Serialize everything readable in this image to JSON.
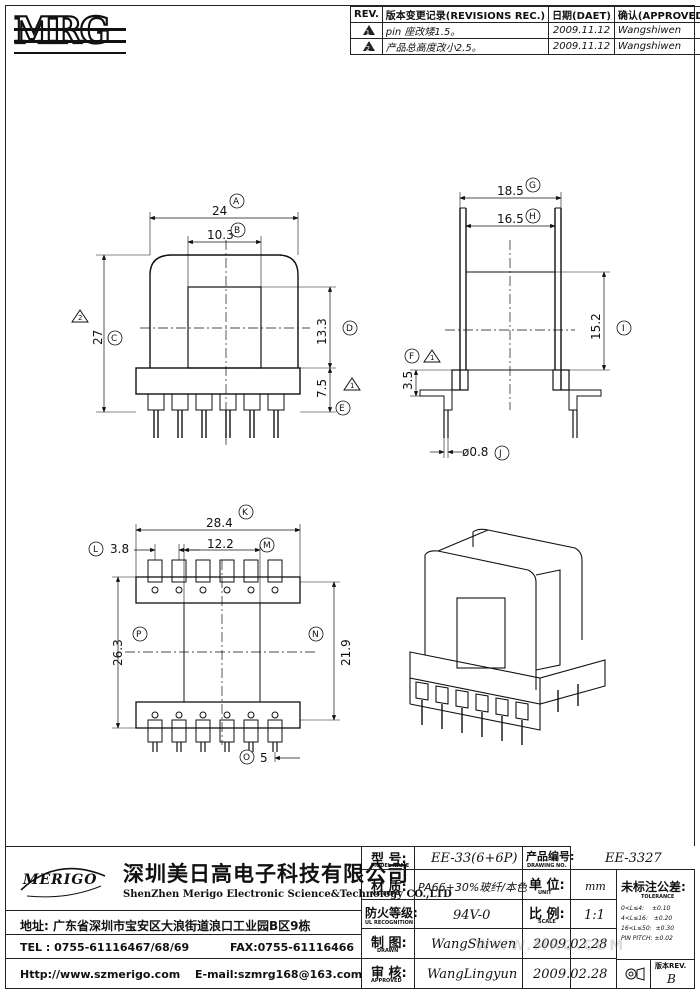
{
  "logo": {
    "text": "MRG"
  },
  "revisions": {
    "headers": {
      "rev": "REV.",
      "desc": "版本变更记录(REVISIONS REC.)",
      "date": "日期(DAET)",
      "approved": "确认(APPROVED)"
    },
    "rows": [
      {
        "rev": "1",
        "desc": "pin 座改矮1.5。",
        "date": "2009.11.12",
        "approved": "Wangshiwen"
      },
      {
        "rev": "2",
        "desc": "产品总高度改小2.5。",
        "date": "2009.11.12",
        "approved": "Wangshiwen"
      }
    ]
  },
  "dims": {
    "front_width": "24",
    "front_inner": "10.3",
    "front_height": "27",
    "front_window": "13.3",
    "front_base": "7.5",
    "side_outer": "18.5",
    "side_inner": "16.5",
    "side_height": "15.2",
    "side_pin_base": "3.5",
    "pin_dia": "ø0.8",
    "bottom_width": "28.4",
    "bottom_pitch": "3.8",
    "bottom_core": "12.2",
    "bottom_height": "26.3",
    "bottom_inner": "21.9",
    "bottom_pin_spacing": "5"
  },
  "markers": [
    "A",
    "B",
    "C",
    "D",
    "E",
    "F",
    "G",
    "H",
    "I",
    "J",
    "K",
    "L",
    "M",
    "N",
    "O",
    "P"
  ],
  "rev_markers": [
    "1",
    "2"
  ],
  "title_block": {
    "brand": "MERIGO",
    "company_cn": "深圳美日高电子科技有限公司",
    "company_en": "ShenZhen Merigo Electronic Science&Technology CO.,LTD",
    "address": "地址: 广东省深圳市宝安区大浪街道浪口工业园B区9栋",
    "tel": "TEL : 0755-61116467/68/69",
    "fax": "FAX:0755-61116466",
    "web": "Http://www.szmerigo.com",
    "email": "E-mail:szmrg168@163.com",
    "model_label": "型  号:",
    "model_sub": "MODEL NAME",
    "model": "EE-33(6+6P)",
    "drawing_label": "产品编号:",
    "drawing_sub": "DRAWING NO.",
    "drawing_no": "EE-3327",
    "material_label": "材  质:",
    "material_sub": "MATERIAL",
    "material": "PA66+30%玻纤/本色",
    "unit_label": "单  位:",
    "unit_sub": "UNIT",
    "unit": "mm",
    "fire_label": "防火等级:",
    "fire_sub": "UL RECOGNITION",
    "fire": "94V-0",
    "scale_label": "比  例:",
    "scale_sub": "SCALE",
    "scale": "1:1",
    "drawn_label": "制  图:",
    "drawn_sub": "DRAWN",
    "drawn": "WangShiwen",
    "drawn_date": "2009.02.28",
    "check_label": "审  核:",
    "check_sub": "APPROVED",
    "checked": "WangLingyun",
    "check_date": "2009.02.28",
    "tol_title": "未标注公差:",
    "tol_sub": "TOLERANCE",
    "tol_rows": [
      {
        "range": "0<L≤4:",
        "val": "±0.10"
      },
      {
        "range": "4<L≤16:",
        "val": "±0.20"
      },
      {
        "range": "16<L≤50:",
        "val": "±0.30"
      },
      {
        "range": "PIN PITCH:",
        "val": "±0.02"
      }
    ],
    "rev_label": "版本REV.",
    "rev_val": "B",
    "watermark": "WWW.MRG.COM"
  }
}
